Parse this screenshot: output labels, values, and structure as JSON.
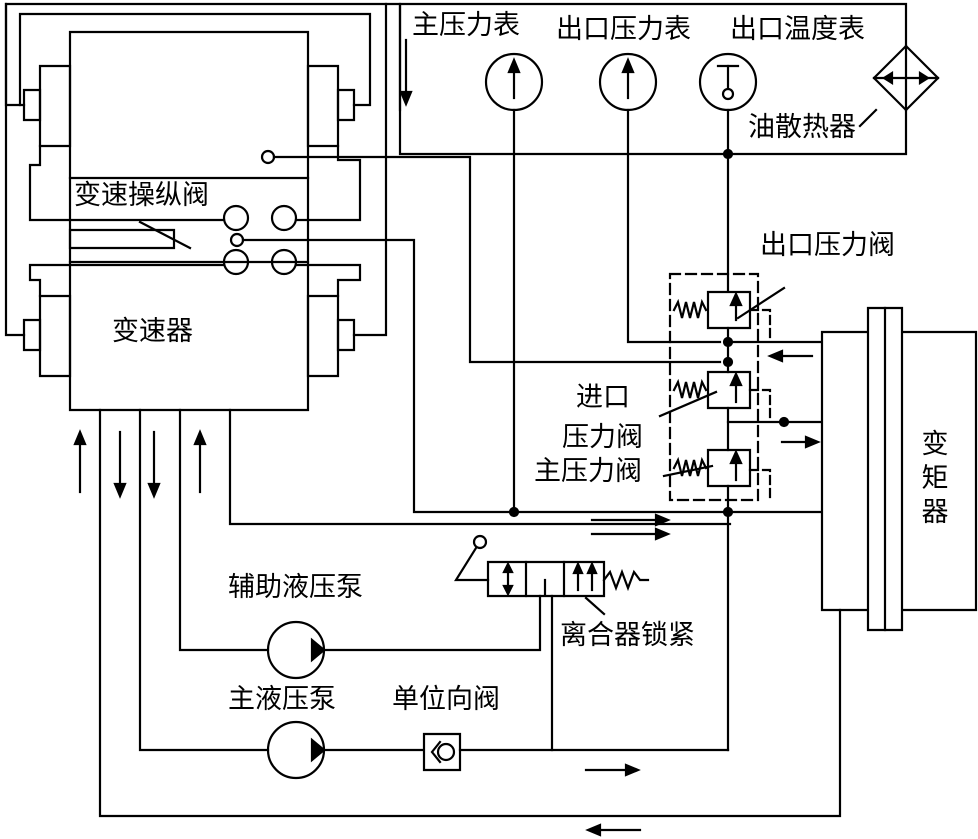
{
  "labels": {
    "main_gauge": "主压力表",
    "outlet_pressure_gauge": "出口压力表",
    "outlet_temp_gauge": "出口温度表",
    "oil_cooler": "油散热器",
    "shift_valve": "变速操纵阀",
    "outlet_pressure_valve": "出口压力阀",
    "transmission": "变速器",
    "inlet_line1": "进口",
    "inlet_line2": "压力阀",
    "main_pressure_valve": "主压力阀",
    "torque_converter": "变矩器",
    "aux_pump": "辅助液压泵",
    "clutch_lock": "离合器锁紧",
    "main_pump": "主液压泵",
    "check_valve": "单位向阀"
  },
  "colors": {
    "line": "#000000",
    "background": "#ffffff"
  }
}
